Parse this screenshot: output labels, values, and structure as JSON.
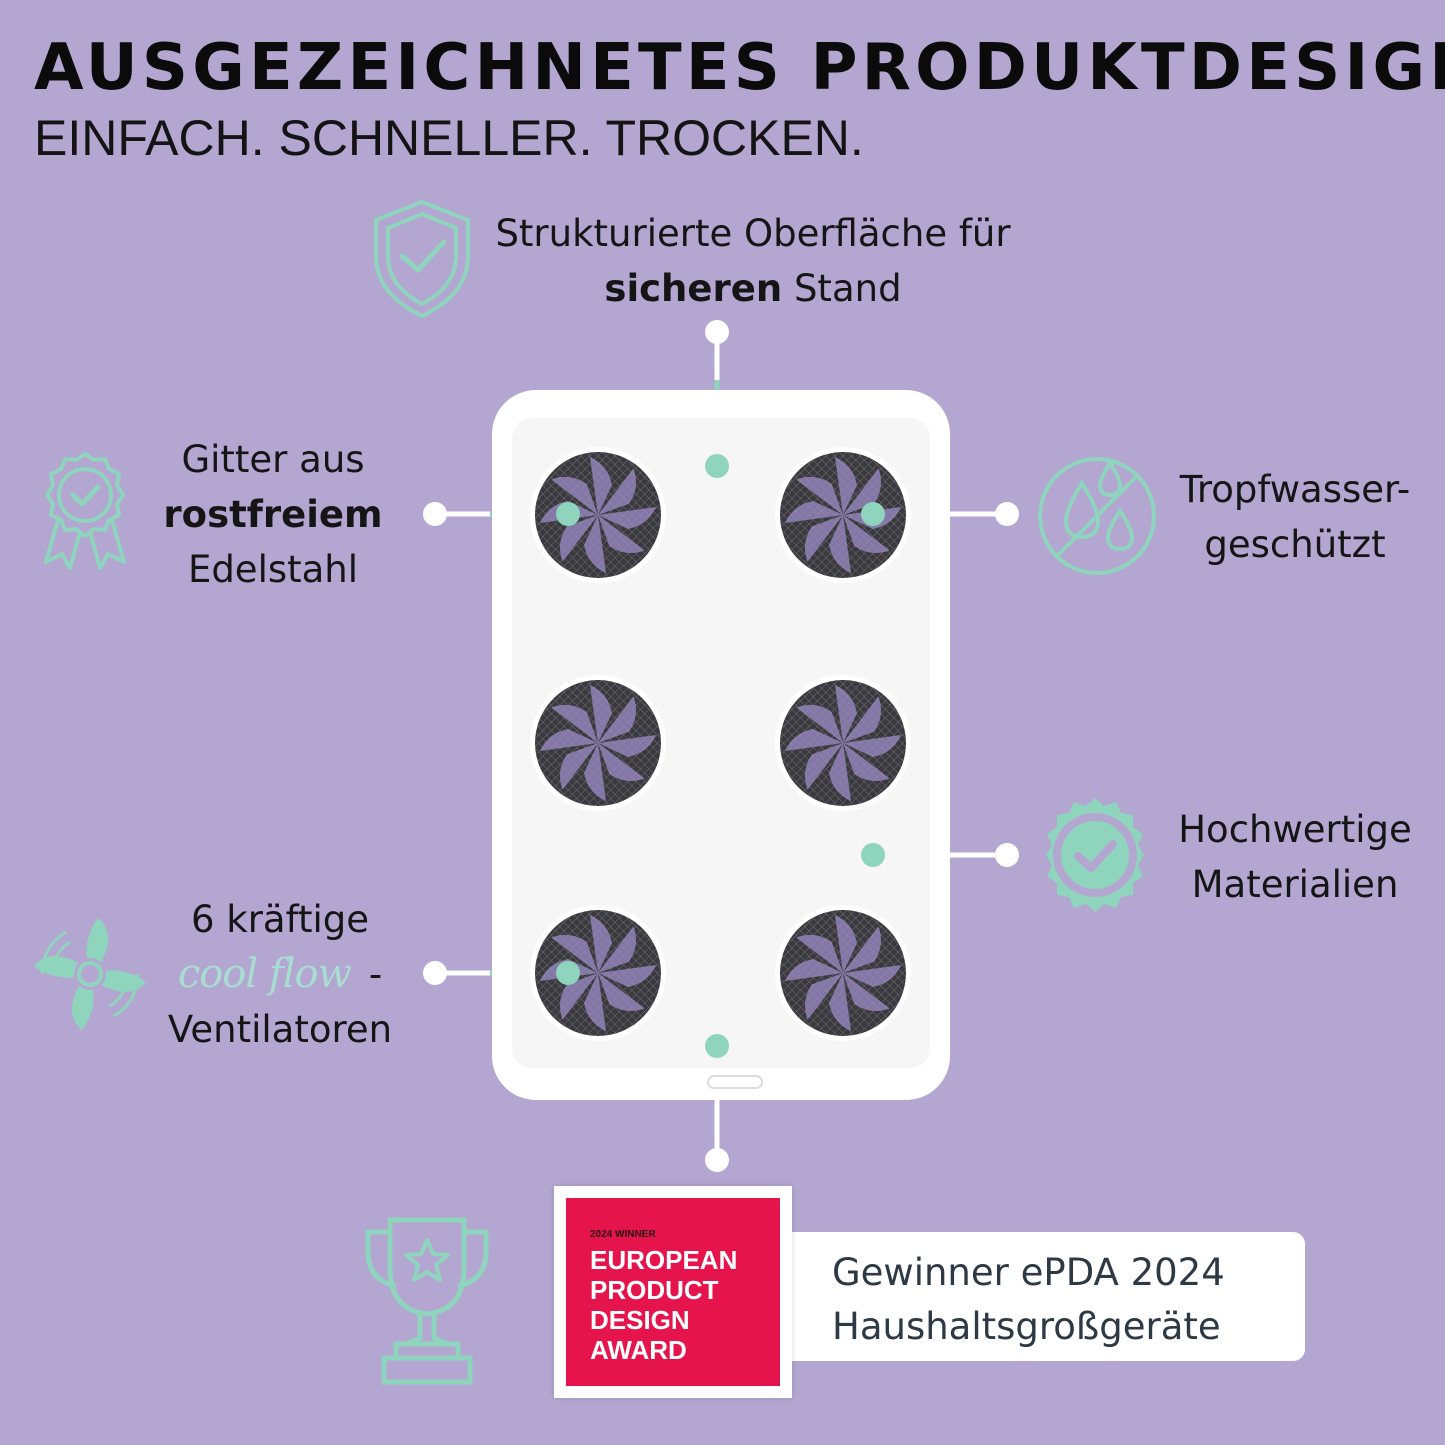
{
  "header": {
    "title": "AUSGEZEICHNETES PRODUKTDESIGN",
    "subtitle": "EINFACH. SCHNELLER. TROCKEN."
  },
  "colors": {
    "background": "#b3a7d2",
    "accent": "#8fd4bd",
    "award_red": "#e6144c"
  },
  "features": {
    "surface": {
      "icon": "shield-check-icon",
      "line1": "Strukturierte Oberfläche für",
      "line2_bold": "sicheren",
      "line2_rest": " Stand"
    },
    "grid": {
      "icon": "rosette-check-icon",
      "line1": "Gitter aus",
      "line2_bold": "rostfreiem",
      "line3": "Edelstahl"
    },
    "drip": {
      "icon": "no-water-drops-icon",
      "line1": "Tropfwasser-",
      "line2": "geschützt"
    },
    "materials": {
      "icon": "badge-check-icon",
      "line1": "Hochwertige",
      "line2": "Materialien"
    },
    "fans": {
      "icon": "fan-icon",
      "line1": "6 kräftige",
      "brand": "cool flow",
      "dash": "-",
      "line3": "Ventilatoren"
    }
  },
  "product": {
    "fan_count": 6
  },
  "award": {
    "icon": "trophy-star-icon",
    "small": "2024 WINNER",
    "big": [
      "EUROPEAN",
      "PRODUCT",
      "DESIGN",
      "AWARD"
    ],
    "line1": "Gewinner ePDA 2024",
    "line2": "Haushaltsgroßgeräte"
  }
}
